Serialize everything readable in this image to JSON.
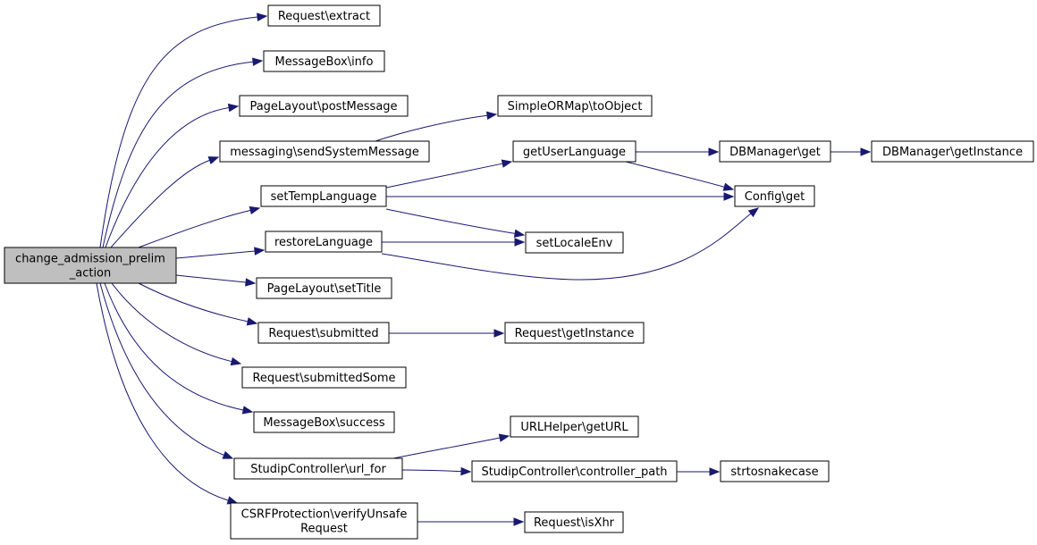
{
  "diagram": {
    "nodes": [
      {
        "id": "root",
        "lines": [
          "change_admission_prelim",
          "_action"
        ],
        "root": true
      },
      {
        "id": "req_extract",
        "lines": [
          "Request\\extract"
        ]
      },
      {
        "id": "mb_info",
        "lines": [
          "MessageBox\\info"
        ]
      },
      {
        "id": "pl_postmessage",
        "lines": [
          "PageLayout\\postMessage"
        ]
      },
      {
        "id": "msg_send",
        "lines": [
          "messaging\\sendSystemMessage"
        ]
      },
      {
        "id": "set_temp_lang",
        "lines": [
          "setTempLanguage"
        ]
      },
      {
        "id": "restore_lang",
        "lines": [
          "restoreLanguage"
        ]
      },
      {
        "id": "pl_settitle",
        "lines": [
          "PageLayout\\setTitle"
        ]
      },
      {
        "id": "req_submitted",
        "lines": [
          "Request\\submitted"
        ]
      },
      {
        "id": "req_submitted_some",
        "lines": [
          "Request\\submittedSome"
        ]
      },
      {
        "id": "mb_success",
        "lines": [
          "MessageBox\\success"
        ]
      },
      {
        "id": "sc_urlfor",
        "lines": [
          "StudipController\\url_for"
        ]
      },
      {
        "id": "csrf",
        "lines": [
          "CSRFProtection\\verifyUnsafe",
          "Request"
        ]
      },
      {
        "id": "sorm_toobject",
        "lines": [
          "SimpleORMap\\toObject"
        ]
      },
      {
        "id": "get_user_lang",
        "lines": [
          "getUserLanguage"
        ]
      },
      {
        "id": "set_locale_env",
        "lines": [
          "setLocaleEnv"
        ]
      },
      {
        "id": "req_getinstance",
        "lines": [
          "Request\\getInstance"
        ]
      },
      {
        "id": "url_geturl",
        "lines": [
          "URLHelper\\getURL"
        ]
      },
      {
        "id": "sc_controller_path",
        "lines": [
          "StudipController\\controller_path"
        ]
      },
      {
        "id": "req_isxhr",
        "lines": [
          "Request\\isXhr"
        ]
      },
      {
        "id": "db_get",
        "lines": [
          "DBManager\\get"
        ]
      },
      {
        "id": "config_get",
        "lines": [
          "Config\\get"
        ]
      },
      {
        "id": "db_getinstance",
        "lines": [
          "DBManager\\getInstance"
        ]
      },
      {
        "id": "strtosnake",
        "lines": [
          "strtosnakecase"
        ]
      }
    ],
    "edges": [
      {
        "from": "root",
        "to": "req_extract"
      },
      {
        "from": "root",
        "to": "mb_info"
      },
      {
        "from": "root",
        "to": "pl_postmessage"
      },
      {
        "from": "root",
        "to": "msg_send"
      },
      {
        "from": "root",
        "to": "set_temp_lang"
      },
      {
        "from": "root",
        "to": "restore_lang"
      },
      {
        "from": "root",
        "to": "pl_settitle"
      },
      {
        "from": "root",
        "to": "req_submitted"
      },
      {
        "from": "root",
        "to": "req_submitted_some"
      },
      {
        "from": "root",
        "to": "mb_success"
      },
      {
        "from": "root",
        "to": "sc_urlfor"
      },
      {
        "from": "root",
        "to": "csrf"
      },
      {
        "from": "msg_send",
        "to": "sorm_toobject"
      },
      {
        "from": "set_temp_lang",
        "to": "get_user_lang"
      },
      {
        "from": "set_temp_lang",
        "to": "config_get"
      },
      {
        "from": "set_temp_lang",
        "to": "set_locale_env"
      },
      {
        "from": "restore_lang",
        "to": "set_locale_env"
      },
      {
        "from": "restore_lang",
        "to": "config_get"
      },
      {
        "from": "get_user_lang",
        "to": "db_get"
      },
      {
        "from": "get_user_lang",
        "to": "config_get"
      },
      {
        "from": "db_get",
        "to": "db_getinstance"
      },
      {
        "from": "req_submitted",
        "to": "req_getinstance"
      },
      {
        "from": "sc_urlfor",
        "to": "url_geturl"
      },
      {
        "from": "sc_urlfor",
        "to": "sc_controller_path"
      },
      {
        "from": "sc_controller_path",
        "to": "strtosnake"
      },
      {
        "from": "csrf",
        "to": "req_isxhr"
      }
    ]
  }
}
